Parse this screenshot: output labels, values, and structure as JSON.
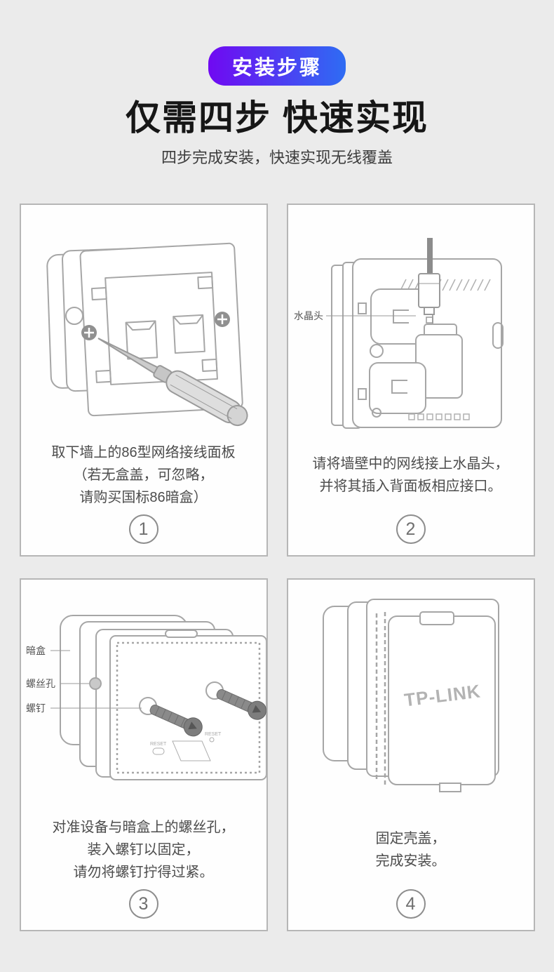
{
  "page": {
    "badge": "安装步骤",
    "title": "仅需四步 快速实现",
    "subtitle": "四步完成安装，快速实现无线覆盖",
    "colors": {
      "background": "#ebebeb",
      "badge_gradient_start": "#7009f2",
      "badge_gradient_end": "#2e6cf3",
      "badge_text": "#ffffff",
      "title_text": "#161616",
      "caption_text": "#4c4c4c",
      "card_border": "#b6b6b6",
      "illustration_line": "#a6a6a6",
      "screw_gray": "#8a8a8a"
    }
  },
  "steps": [
    {
      "number": "1",
      "caption_lines": [
        "取下墙上的86型网络接线面板",
        "（若无盒盖，可忽略，",
        "请购买国标86暗盒）"
      ]
    },
    {
      "number": "2",
      "caption_lines": [
        "请将墙壁中的网线接上水晶头，",
        "并将其插入背面板相应接口。"
      ],
      "illustration": {
        "label": "水晶头"
      }
    },
    {
      "number": "3",
      "caption_lines": [
        "对准设备与暗盒上的螺丝孔，",
        "装入螺钉以固定，",
        "请勿将螺钉拧得过紧。"
      ],
      "illustration": {
        "label_box": "暗盒",
        "label_screw_hole": "螺丝孔",
        "label_screw": "螺钉",
        "reset_label": "RESET"
      }
    },
    {
      "number": "4",
      "caption_lines": [
        "固定壳盖，",
        "完成安装。"
      ],
      "illustration": {
        "logo": "TP-LINK"
      }
    }
  ]
}
